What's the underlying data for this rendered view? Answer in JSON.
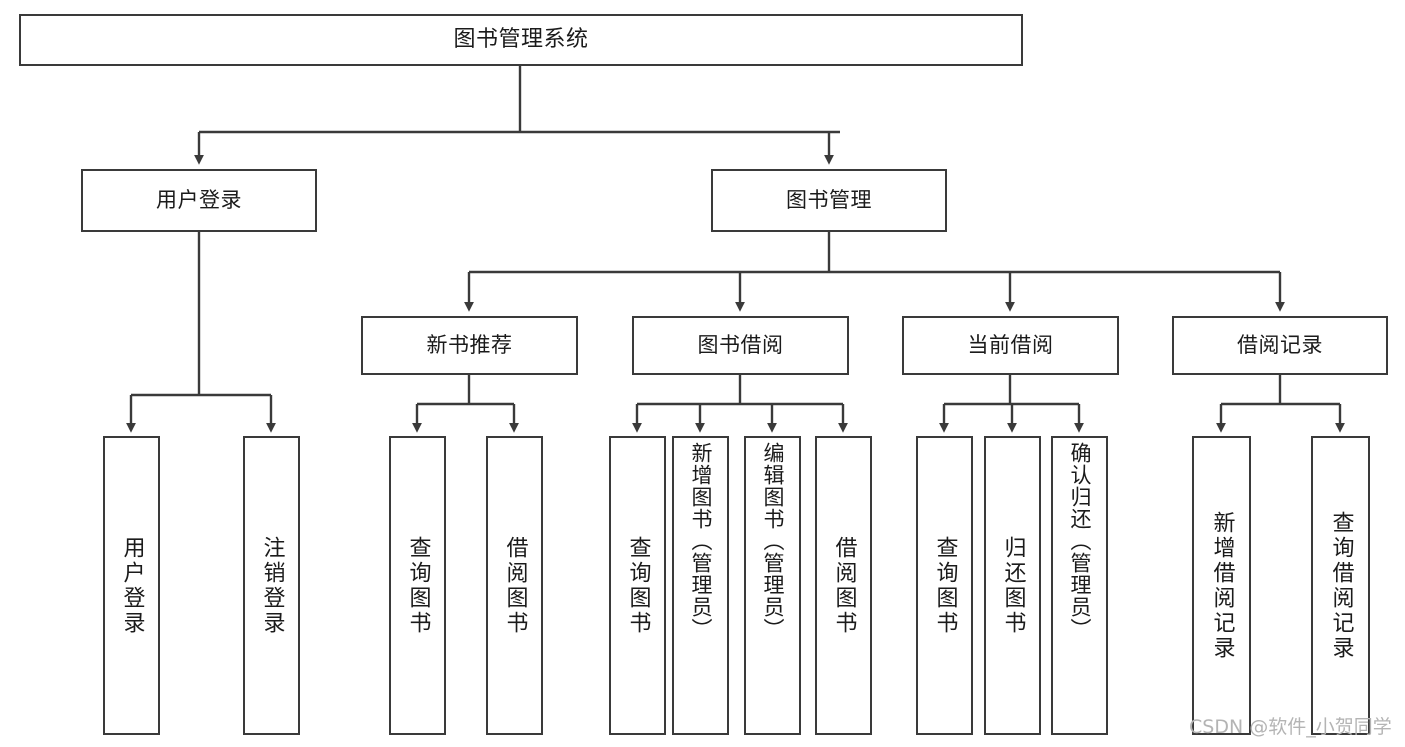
{
  "diagram": {
    "title": "图书管理系统",
    "watermark": "CSDN @软件_小贺同学",
    "colors": {
      "stroke": "#3a3a3a",
      "background": "#ffffff",
      "text": "#1b1b1b",
      "watermark": "#b4b4b4"
    },
    "levels": {
      "root": {
        "label": "图书管理系统"
      },
      "level1": [
        {
          "label": "用户登录"
        },
        {
          "label": "图书管理"
        }
      ],
      "level2": [
        {
          "label": "新书推荐"
        },
        {
          "label": "图书借阅"
        },
        {
          "label": "当前借阅"
        },
        {
          "label": "借阅记录"
        }
      ],
      "leaves": [
        {
          "label": "用户登录",
          "parent": "用户登录"
        },
        {
          "label": "注销登录",
          "parent": "用户登录"
        },
        {
          "label": "查询图书",
          "parent": "新书推荐"
        },
        {
          "label": "借阅图书",
          "parent": "新书推荐"
        },
        {
          "label": "查询图书",
          "parent": "图书借阅"
        },
        {
          "label": "新增图书（管理员）",
          "parent": "图书借阅"
        },
        {
          "label": "编辑图书（管理员）",
          "parent": "图书借阅"
        },
        {
          "label": "借阅图书",
          "parent": "图书借阅"
        },
        {
          "label": "查询图书",
          "parent": "当前借阅"
        },
        {
          "label": "归还图书",
          "parent": "当前借阅"
        },
        {
          "label": "确认归还（管理员）",
          "parent": "当前借阅"
        },
        {
          "label": "新增借阅记录",
          "parent": "借阅记录"
        },
        {
          "label": "查询借阅记录",
          "parent": "借阅记录"
        }
      ]
    }
  }
}
